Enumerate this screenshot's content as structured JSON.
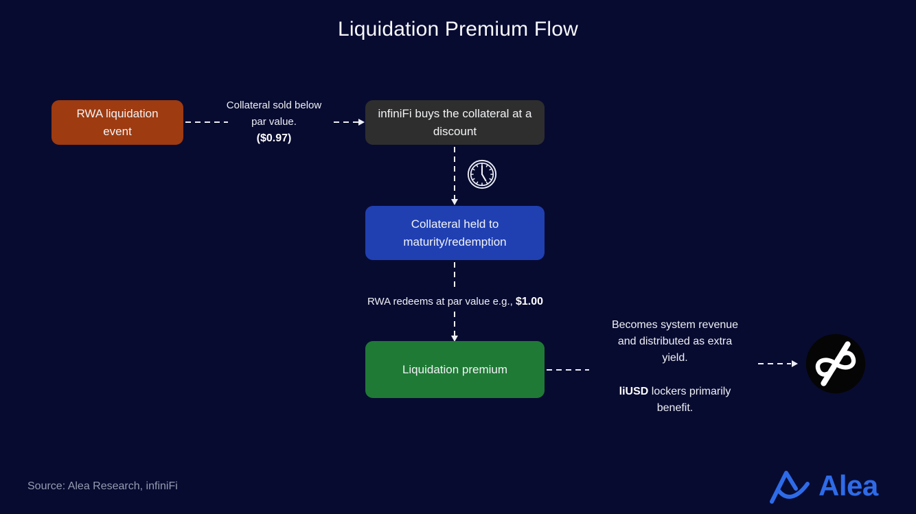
{
  "title": "Liquidation Premium Flow",
  "flow": {
    "rwa_event": "RWA liquidation event",
    "collateral_sold_label": "Collateral sold below par value.",
    "collateral_sold_value": "($0.97)",
    "infinifi_buys": "infiniFi buys the collateral at a discount",
    "collateral_held": "Collateral held to maturity/redemption",
    "redeems_label": "RWA redeems at par value e.g., ",
    "redeems_value": "$1.00",
    "liquidation_premium": "Liquidation premium",
    "revenue_note": "Becomes system revenue and distributed as extra yield.",
    "lockers_bold": "liUSD",
    "lockers_rest": " lockers primarily benefit."
  },
  "icons": {
    "clock": "clock-icon",
    "infinifi": "infinifi-logo",
    "alea_mark": "alea-logo-mark"
  },
  "footer": {
    "source": "Source: Alea Research, infiniFi",
    "brand": "Alea"
  },
  "colors": {
    "background": "#080b30",
    "node_orange": "#9e3b11",
    "node_gray": "#2e2e2e",
    "node_blue": "#2040b2",
    "node_green": "#1f7a36",
    "arrow": "#eef0f6",
    "brand_blue": "#2e6be8",
    "source_gray": "#959cb0",
    "logo_circle": "#050505"
  }
}
